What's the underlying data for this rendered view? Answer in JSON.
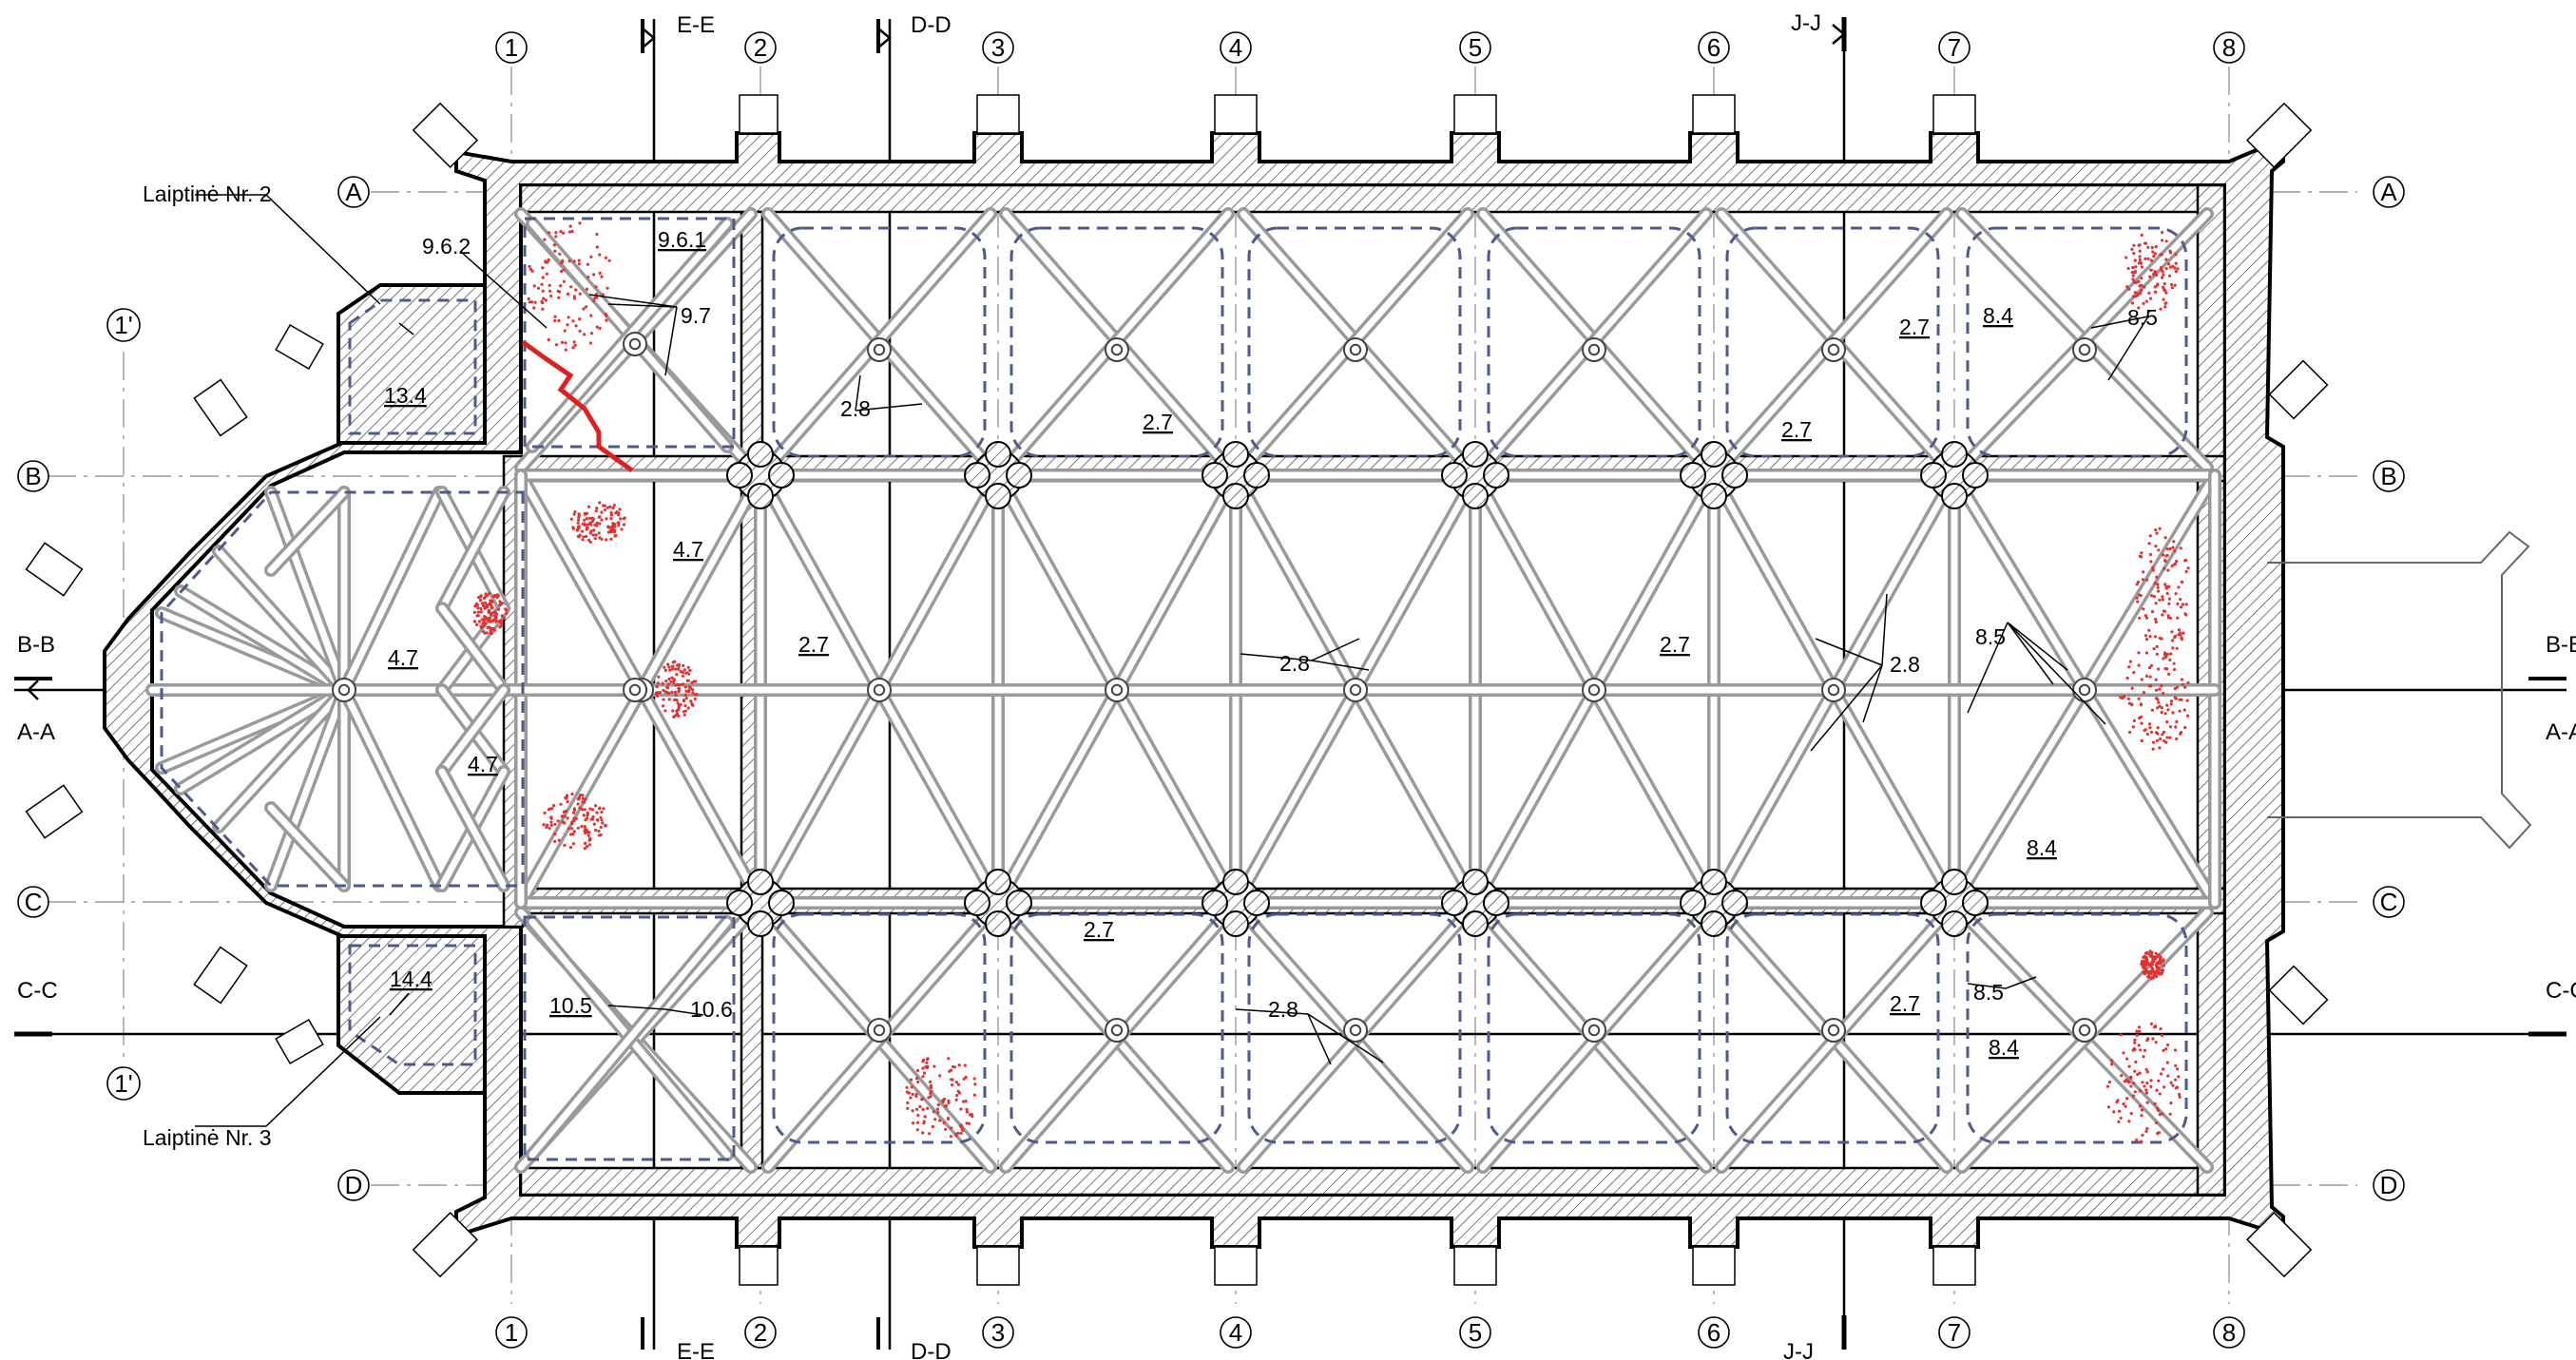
{
  "axes": {
    "numbered": [
      "1",
      "2",
      "3",
      "4",
      "5",
      "6",
      "7",
      "8"
    ],
    "lettered": [
      "A",
      "B",
      "C",
      "D"
    ],
    "prime": "1'"
  },
  "sections": {
    "ee": "E-E",
    "dd": "D-D",
    "jj": "J-J",
    "bb": "B-B",
    "aa": "A-A",
    "cc_left": "C-C",
    "bb_right": "B-B",
    "aa_right": "A-A",
    "cc_right": "C-C"
  },
  "stairs": {
    "nr2": "Laiptinė Nr. 2",
    "nr3": "Laiptinė Nr. 3"
  },
  "marks": {
    "m962": "9.6.2",
    "m961": "9.6.1",
    "m97": "9.7",
    "m134": "13.4",
    "m144": "14.4",
    "m105": "10.5",
    "m106": "10.6",
    "m47a": "4.7",
    "m47b": "4.7",
    "m47c": "4.7",
    "m28a": "2.8",
    "m28b": "2.8",
    "m28c": "2.8",
    "m28d": "2.8",
    "m27a": "2.7",
    "m27b": "2.7",
    "m27c": "2.7",
    "m27d": "2.7",
    "m27e": "2.7",
    "m27f": "2.7",
    "m27g": "2.7",
    "m84a": "8.4",
    "m84b": "8.4",
    "m84c": "8.4",
    "m85a": "8.5",
    "m85b": "8.5",
    "m85c": "8.5"
  },
  "colors": {
    "damage": "#e53030",
    "dashed_outline": "#4f5a8c",
    "rib": "#9a9a9a"
  }
}
